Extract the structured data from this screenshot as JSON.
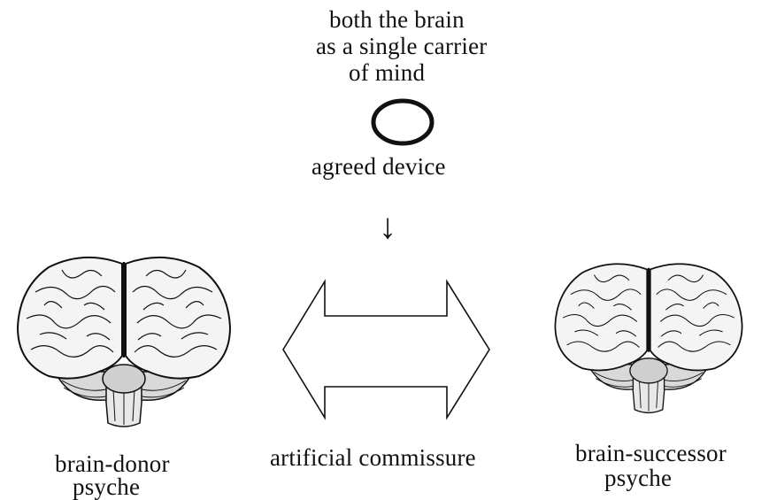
{
  "top_caption": {
    "line1": "both the brain",
    "line2": "as a single carrier",
    "line3": "of mind"
  },
  "device_label": "agreed device",
  "arrow_glyph": "↓",
  "left_brain": {
    "line1": "brain-donor",
    "line2": "psyche"
  },
  "center_label": "artificial commissure",
  "right_brain": {
    "line1": "brain-successor",
    "line2": "psyche"
  },
  "colors": {
    "ink": "#111111",
    "background": "#ffffff",
    "brain_fill": "#f4f4f4"
  }
}
